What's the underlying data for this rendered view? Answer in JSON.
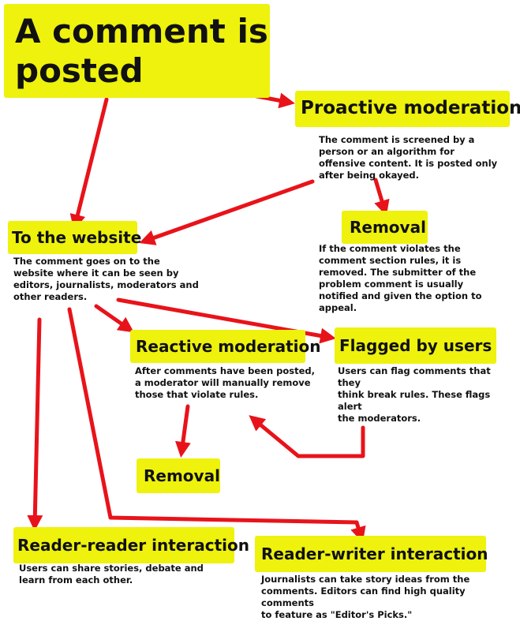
{
  "nodes": {
    "start": {
      "title": "A comment is\nposted"
    },
    "proactive": {
      "title": "Proactive moderation",
      "desc": "The comment is screened by a\nperson or an algorithm for\noffensive content. It is posted only\nafter being okayed."
    },
    "removal_1": {
      "title": "Removal",
      "desc": "If the comment violates the\ncomment section rules, it is\nremoved. The submitter of the\nproblem comment is usually\nnotified and given the option to\nappeal."
    },
    "website": {
      "title": "To the website",
      "desc": "The comment goes on to the\nwebsite where it can be seen by\neditors, journalists, moderators and\nother readers."
    },
    "reactive": {
      "title": "Reactive moderation",
      "desc": "After comments have been posted,\na moderator will manually remove\nthose that violate rules."
    },
    "flagged": {
      "title": "Flagged by users",
      "desc": "Users can flag comments that they\nthink break rules. These flags alert\nthe moderators."
    },
    "removal_2": {
      "title": "Removal"
    },
    "reader_reader": {
      "title": "Reader-reader interaction",
      "desc": "Users can share stories, debate and\nlearn from each other."
    },
    "reader_writer": {
      "title": "Reader-writer interaction",
      "desc": "Journalists can take story ideas from the\ncomments. Editors can find high quality comments\nto feature as \"Editor's Picks.\""
    }
  },
  "colors": {
    "highlight": "#eef20d",
    "arrow": "#e8131a"
  }
}
